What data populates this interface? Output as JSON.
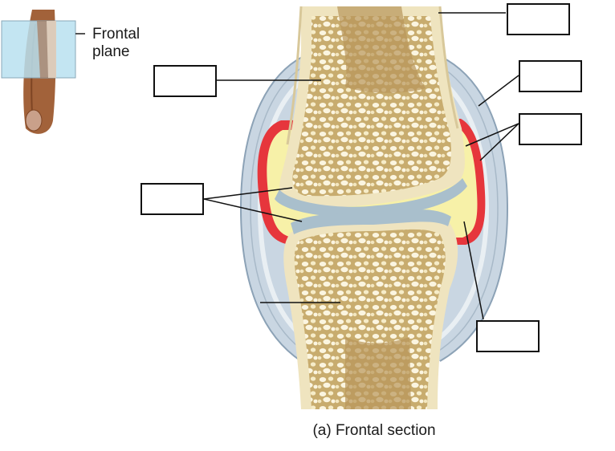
{
  "orientation": {
    "plane_label": "Frontal plane"
  },
  "caption": "(a) Frontal section",
  "colors": {
    "bone_cortex": "#efe4bf",
    "spongy_bone": "#c8ac6e",
    "spongy_holes": "#fbf5e0",
    "cartilage": "#a9bfcc",
    "synovial_fluid": "#f7f1a8",
    "synovial_membrane": "#e6363c",
    "capsule": "#c9d6e2",
    "finger_skin": "#a2623a",
    "plane_fill": "#b8e0f0"
  },
  "label_boxes": [
    {
      "id": "box-top-right",
      "text": ""
    },
    {
      "id": "box-capsule",
      "text": ""
    },
    {
      "id": "box-membrane",
      "text": ""
    },
    {
      "id": "box-upper-left",
      "text": ""
    },
    {
      "id": "box-cartilage",
      "text": ""
    },
    {
      "id": "box-cavity",
      "text": ""
    }
  ]
}
